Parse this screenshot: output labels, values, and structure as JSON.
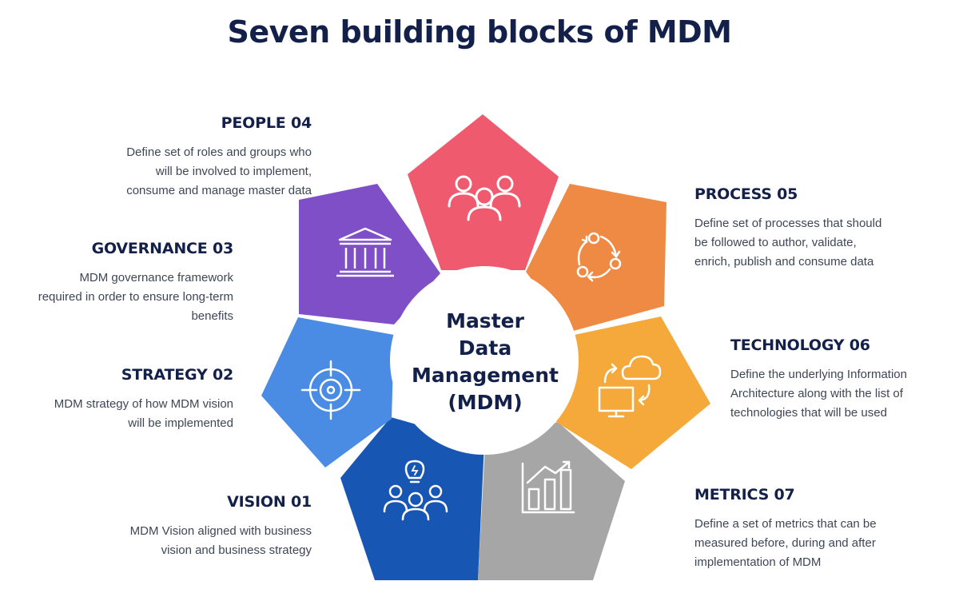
{
  "title": "Seven building blocks of MDM",
  "center": {
    "line1": "Master",
    "line2": "Data",
    "line3": "Management",
    "line4": "(MDM)"
  },
  "blocks": {
    "people": {
      "heading": "PEOPLE 04",
      "lines": [
        "Define set of roles and groups who",
        "will be involved to implement,",
        "consume and manage master data"
      ],
      "color": "#ef5a6f",
      "icon": "people-group-icon"
    },
    "governance": {
      "heading": "GOVERNANCE  03",
      "lines": [
        "MDM governance framework",
        "required in order to ensure long-term",
        "benefits"
      ],
      "color": "#7e4fc6",
      "icon": "institution-icon"
    },
    "strategy": {
      "heading": "STRATEGY 02",
      "lines": [
        "MDM strategy of how MDM vision",
        "will be implemented"
      ],
      "color": "#4a8be4",
      "icon": "target-icon"
    },
    "vision": {
      "heading": "VISION 01",
      "lines": [
        "MDM Vision aligned with business",
        "vision and business strategy"
      ],
      "color": "#1856b4",
      "icon": "team-idea-icon"
    },
    "process": {
      "heading": "PROCESS 05",
      "lines": [
        "Define set of processes that should",
        "be followed to author, validate,",
        "enrich, publish and consume data"
      ],
      "color": "#ef8a45",
      "icon": "cycle-icon"
    },
    "technology": {
      "heading": "TECHNOLOGY 06",
      "lines": [
        "Define the underlying Information",
        "Architecture along with the list of",
        "technologies that will be used"
      ],
      "color": "#f4a93a",
      "icon": "cloud-computer-icon"
    },
    "metrics": {
      "heading": "METRICS 07",
      "lines": [
        "Define a set of metrics that can be",
        "measured before, during and after",
        "implementation of MDM"
      ],
      "color": "#a6a6a6",
      "icon": "bar-chart-icon"
    }
  }
}
